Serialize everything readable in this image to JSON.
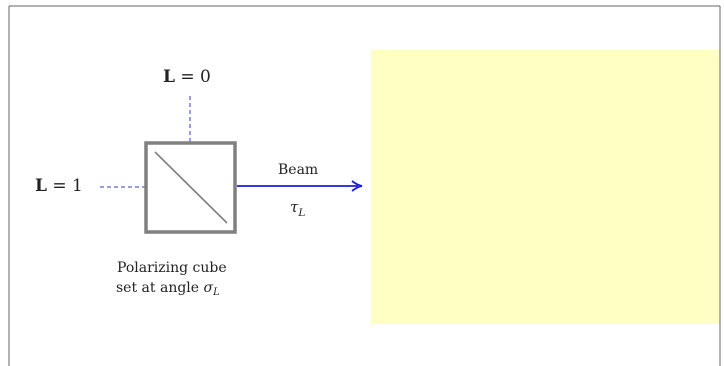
{
  "labels": {
    "l_zero": {
      "bold": "L",
      "rest": " = 0"
    },
    "l_one": {
      "bold": "L",
      "rest": " = 1"
    },
    "beam": "Beam",
    "tau": {
      "symbol": "τ",
      "sub": "L"
    },
    "caption_line1": "Polarizing cube",
    "caption_line2_prefix": "set at angle ",
    "sigma": {
      "symbol": "σ",
      "sub": "L"
    }
  },
  "colors": {
    "frame": "#666666",
    "cube_border": "#808080",
    "cube_diagonal": "#808080",
    "dashed_lines": "#2a3fbf",
    "beam_arrow": "#1a1ae0",
    "yellow_panel": "#ffffc4"
  }
}
